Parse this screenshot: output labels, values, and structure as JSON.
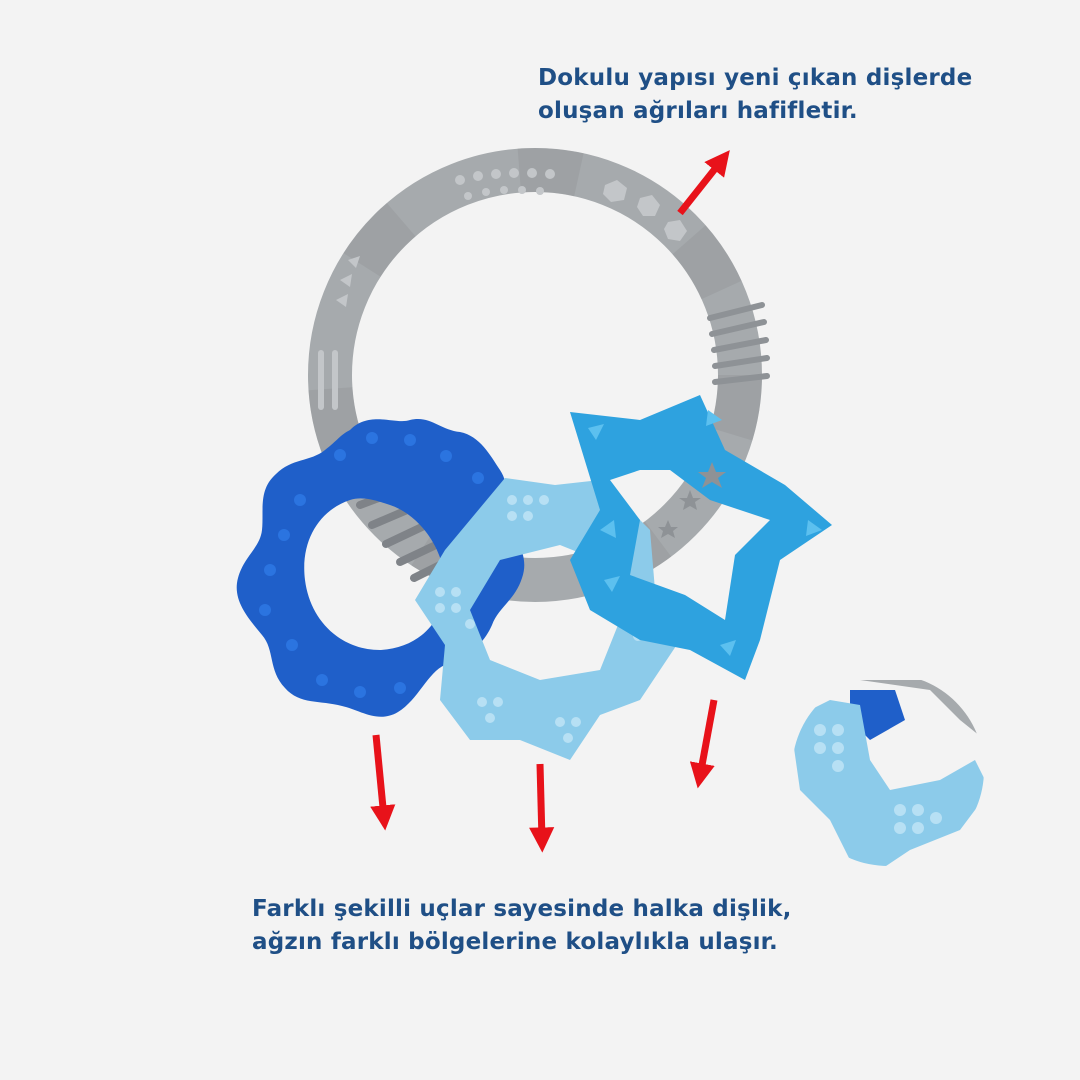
{
  "captions": {
    "top": {
      "line1": "Dokulu yapısı yeni çıkan dişlerde",
      "line2": "oluşan ağrıları hafifletir."
    },
    "bottom": {
      "line1": "Farklı şekilli uçlar sayesinde halka dişlik,",
      "line2": "ağzın farklı bölgelerine kolaylıkla ulaşır."
    }
  },
  "colors": {
    "background": "#f3f3f3",
    "caption_text": "#1f4f86",
    "arrow": "#e8121a",
    "ring_gray": "#a6aaad",
    "ring_shade": "#8e9296",
    "flower_blue": "#1f5fc9",
    "hex_light_blue": "#8ccbea",
    "star_blue": "#2ea2df"
  }
}
